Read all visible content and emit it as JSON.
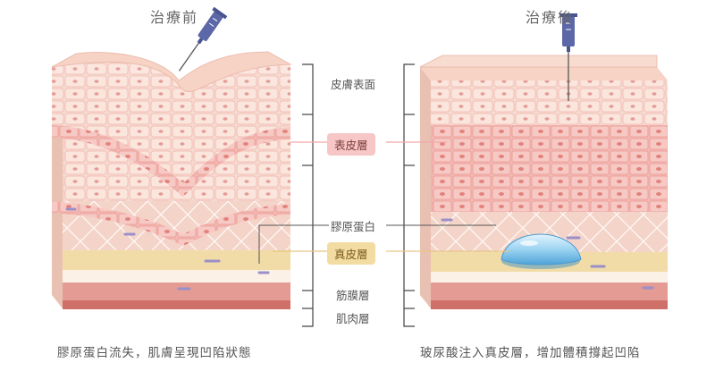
{
  "before": {
    "title": "治療前",
    "caption": "膠原蛋白流失，肌膚呈現凹陷狀態"
  },
  "after": {
    "title": "治療後",
    "caption": "玻尿酸注入真皮層，增加體積撐起凹陷"
  },
  "layers": {
    "skin_surface": "皮膚表面",
    "epidermis": "表皮層",
    "collagen": "膠原蛋白",
    "dermis": "真皮層",
    "fascia": "筋膜層",
    "muscle": "肌肉層"
  },
  "colors": {
    "epidermis_tag_bg": "#f7c6c6",
    "dermis_tag_bg": "#f3dca2",
    "epidermis_line": "#f2a8a8",
    "dermis_line": "#e7c680"
  },
  "icons": {
    "syringe": "syringe-icon",
    "filler": "filler-droplet-icon"
  }
}
